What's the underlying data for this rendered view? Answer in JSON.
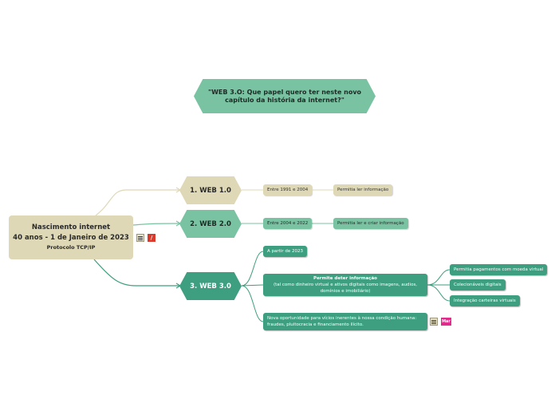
{
  "title_node": {
    "line1": "\"WEB 3.O: Que papel quero ter neste novo",
    "line2": "capítulo da história da internet?\""
  },
  "root": {
    "line1": "Nascimento internet",
    "line2": "40 anos - 1 de Janeiro de 2023",
    "line3": "Protocolo TCP/IP",
    "icons": [
      "notes-icon",
      "flag-icon"
    ],
    "icon_glyphs": {
      "flag": "/"
    }
  },
  "branches": {
    "web1": {
      "label": "1. WEB 1.0",
      "period": "Entre 1991 e 2004",
      "feature": "Permitia ler informação"
    },
    "web2": {
      "label": "2. WEB 2.0",
      "period": "Entre 2004 e 2022",
      "feature": "Permitia ler e criar informação"
    },
    "web3": {
      "label": "3. WEB 3.0",
      "since": "A partir de 2023",
      "ownership": {
        "title": "Permite deter informação",
        "line2": "(tal como dinheiro virtual e ativos digitais como imagens, audios,",
        "line3": "domínios e imobiliário)"
      },
      "sub_items": [
        "Permitia pagamentos com moeda virtual",
        "Colecionáveis digitais",
        "Integração carteiras virtuais"
      ],
      "risk": {
        "line1": "Nova oportunidade para vícios inerentes à nossa condição humana:",
        "line2": "fraudes, pluitocracia e financiamento ilícito."
      },
      "risk_icons": [
        "notes-icon",
        "marker-icon"
      ],
      "marker_label": "Mar"
    }
  },
  "colors": {
    "beige": "#ded8b6",
    "mint": "#79c3a2",
    "dark_green": "#3d9e80",
    "red_flag": "#d93a2b",
    "pink_marker": "#e32b8c"
  }
}
